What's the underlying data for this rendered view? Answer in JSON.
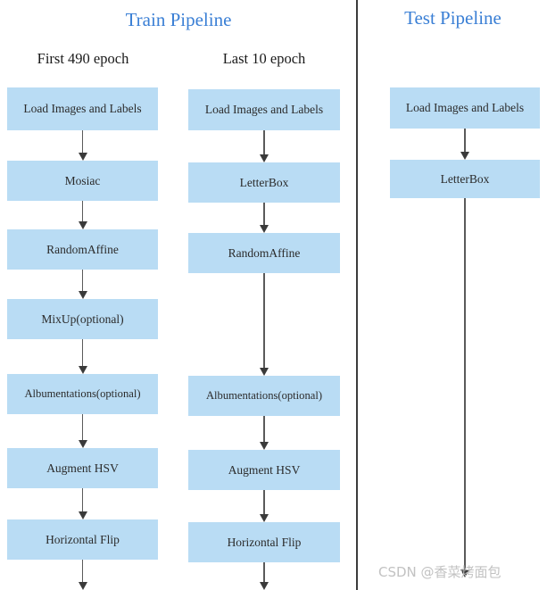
{
  "headers": {
    "train_title": "Train Pipeline",
    "test_title": "Test Pipeline"
  },
  "subtitles": {
    "col1": "First 490 epoch",
    "col2": "Last 10 epoch"
  },
  "columns": {
    "train_first": {
      "name": "First 490 epoch",
      "nodes": [
        "Load Images and Labels",
        "Mosiac",
        "RandomAffine",
        "MixUp(optional)",
        "Albumentations(optional)",
        "Augment HSV",
        "Horizontal Flip"
      ]
    },
    "train_last": {
      "name": "Last 10 epoch",
      "nodes": [
        "Load Images and Labels",
        "LetterBox",
        "RandomAffine",
        "Albumentations(optional)",
        "Augment HSV",
        "Horizontal Flip"
      ]
    },
    "test": {
      "name": "Test Pipeline",
      "nodes": [
        "Load Images and Labels",
        "LetterBox"
      ]
    }
  },
  "colors": {
    "node_fill": "#b9dcf4",
    "title_blue": "#3a7fd5",
    "arrow": "#4a4a4a",
    "divider": "#3b3b3b",
    "watermark": "#c2c2c2"
  },
  "watermark": "CSDN @香菜烤面包"
}
